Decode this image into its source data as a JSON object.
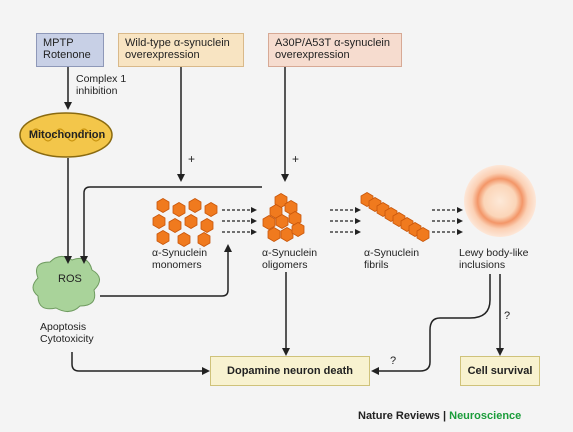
{
  "boxes": {
    "mptp": [
      "MPTP",
      "Rotenone"
    ],
    "wild_type": [
      "Wild-type α-synuclein",
      "overexpression"
    ],
    "mutant": [
      "A30P/A53T α-synuclein",
      "overexpression"
    ],
    "dopamine_death": "Dopamine neuron death",
    "cell_survival": "Cell survival"
  },
  "labels": {
    "complex1": [
      "Complex 1",
      "inhibition"
    ],
    "mitochondrion": "Mitochondrion",
    "ros": "ROS",
    "apoptosis": [
      "Apoptosis",
      "Cytotoxicity"
    ],
    "monomers": [
      "α-Synuclein",
      "monomers"
    ],
    "oligomers": [
      "α-Synuclein",
      "oligomers"
    ],
    "fibrils": [
      "α-Synuclein",
      "fibrils"
    ],
    "lewy": [
      "Lewy body-like",
      "inclusions"
    ],
    "plus_wt": "+",
    "plus_mut": "+",
    "question_death": "?",
    "question_survival": "?"
  },
  "footer": {
    "journal": "Nature Reviews | ",
    "section": "Neuroscience"
  },
  "colors": {
    "hexagon": "#f07a1e",
    "hexagon_stroke": "#c9560a",
    "mitochondrion": "#f3c64a",
    "ros": "#a9d39a",
    "arrow": "#222222",
    "accent_green": "#1a9c3a"
  }
}
